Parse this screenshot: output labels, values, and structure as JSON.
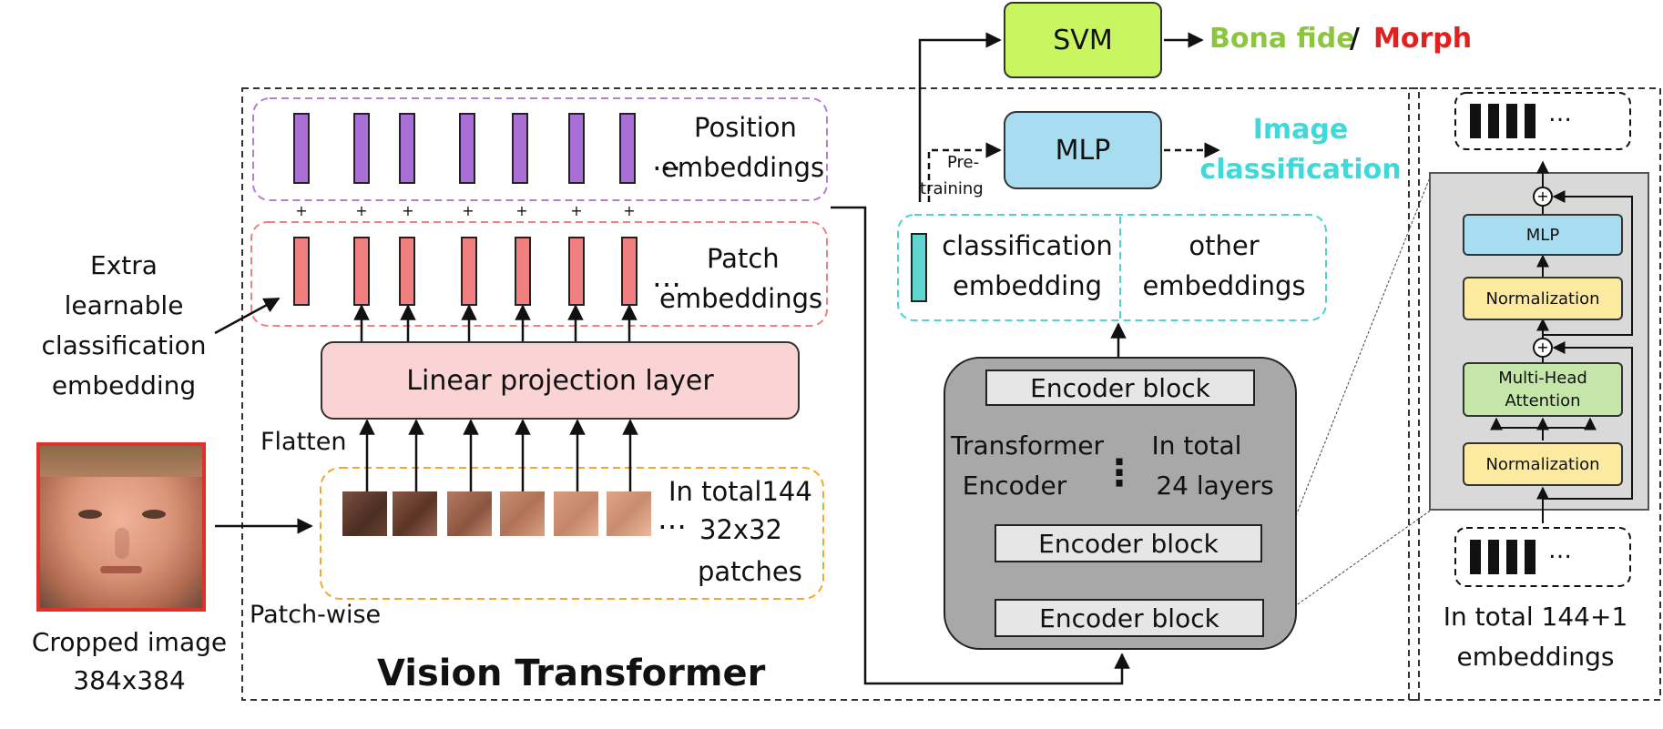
{
  "input": {
    "caption_line1": "Cropped image",
    "caption_line2": "384x384"
  },
  "labels": {
    "extra_line1": "Extra",
    "extra_line2": "learnable",
    "extra_line3": "classification",
    "extra_line4": "embedding",
    "flatten": "Flatten",
    "patch_wise": "Patch-wise",
    "plus": "+",
    "ellipsis": "…",
    "vertical_dots": "⋮"
  },
  "position_embeddings": {
    "line1": "Position",
    "line2": "embeddings",
    "color": "#a96fd6"
  },
  "patch_embeddings": {
    "line1": "Patch",
    "line2": "embeddings",
    "color": "#f08080"
  },
  "linear_projection": {
    "label": "Linear projection layer"
  },
  "patches": {
    "line1": "In total144",
    "line2": "32x32",
    "line3": "patches"
  },
  "vit_title": "Vision Transformer",
  "outputs": {
    "svm": "SVM",
    "mlp": "MLP",
    "bona_fide": "Bona fide",
    "separator": "/",
    "morph": "Morph",
    "image_line1": "Image",
    "image_line2": "classification",
    "pretraining_line1": "Pre-",
    "pretraining_line2": "training"
  },
  "embedding_split": {
    "classification_line1": "classification",
    "classification_line2": "embedding",
    "other_line1": "other",
    "other_line2": "embeddings"
  },
  "transformer_encoder": {
    "block_top": "Encoder block",
    "block_mid": "Encoder block",
    "block_bottom": "Encoder block",
    "name_line1": "Transformer",
    "name_line2": "Encoder",
    "count_line1": "In total",
    "count_line2": "24 layers"
  },
  "encoder_detail": {
    "mlp": "MLP",
    "normalization_top": "Normalization",
    "attention_line1": "Multi-Head",
    "attention_line2": "Attention",
    "normalization_bottom": "Normalization",
    "total_line1": "In total 144+1",
    "total_line2": "embeddings"
  },
  "colors": {
    "svm_fill": "#c8f560",
    "mlp_fill": "#a8dcf0",
    "linear_fill": "#fad4d4",
    "encoder_bg": "#a8a8a8",
    "detail_bg": "#d9d9d9",
    "norm_fill": "#fbeaa0",
    "attention_fill": "#c4e6a8",
    "bona_fide": "#8cc63f",
    "morph": "#e32020",
    "image_classification": "#40d8d8",
    "cls_embedding": "#5ed6cf",
    "position_border": "#b77ddb",
    "patch_border": "#f08080",
    "patches_border": "#f0a830",
    "embedding_border": "#50d0d0"
  }
}
